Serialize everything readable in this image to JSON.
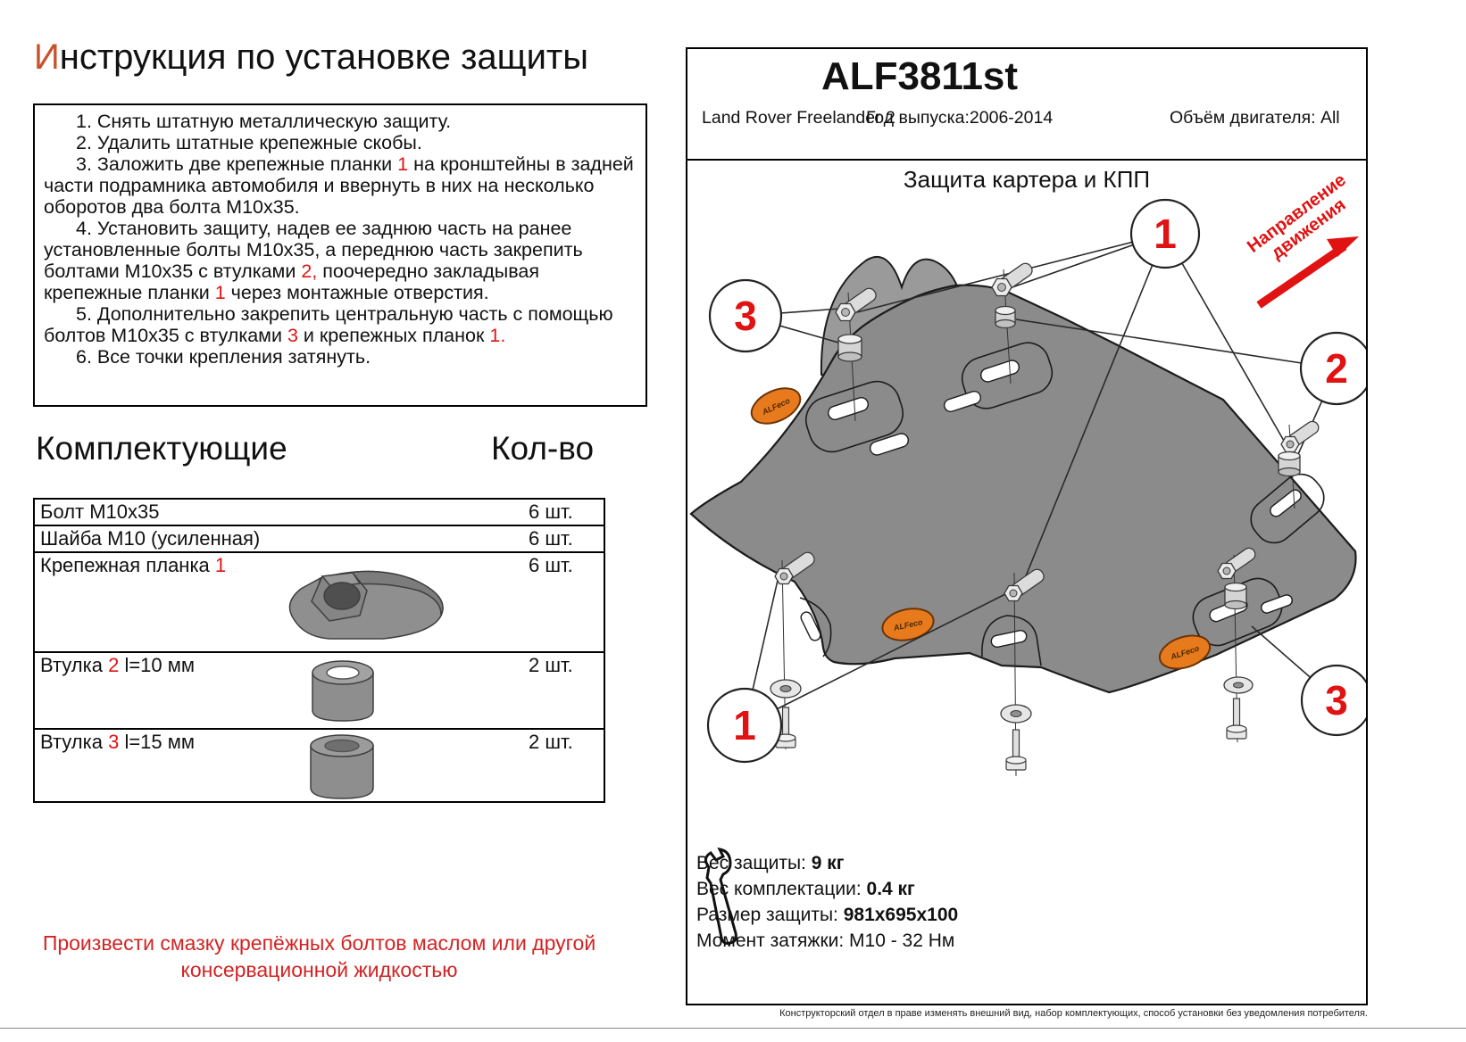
{
  "colors": {
    "red_accent": "#e01515",
    "title_initial": "#c9512c",
    "logo_orange": "#e87a1e",
    "plate_gray": "#8b8b8b"
  },
  "left": {
    "title": {
      "first": "И",
      "rest": "нструкция по установке защиты"
    },
    "instructions": [
      [
        {
          "t": "1. Снять штатную металлическую защиту."
        }
      ],
      [
        {
          "t": "2. Удалить штатные крепежные скобы."
        }
      ],
      [
        {
          "t": "3. Заложить две крепежные планки "
        },
        {
          "t": "1",
          "red": true
        },
        {
          "t": " на кронштейны в задней части подрамника автомобиля и ввернуть в них на несколько оборотов два болта М10х35."
        }
      ],
      [
        {
          "t": "4. Установить защиту, надев ее заднюю часть на ранее установленные болты М10х35, а переднюю часть закрепить болтами М10х35 с втулками "
        },
        {
          "t": "2,",
          "red": true
        },
        {
          "t": " поочередно закладывая крепежные планки "
        },
        {
          "t": "1",
          "red": true
        },
        {
          "t": " через монтажные отверстия."
        }
      ],
      [
        {
          "t": "5. Дополнительно закрепить центральную часть с помощью болтов М10х35 с втулками "
        },
        {
          "t": "3",
          "red": true
        },
        {
          "t": " и крепежных планок "
        },
        {
          "t": "1.",
          "red": true
        }
      ],
      [
        {
          "t": "6. Все точки крепления затянуть."
        }
      ]
    ],
    "parts_header": {
      "name": "Комплектующие",
      "qty": "Кол-во"
    },
    "parts": [
      {
        "name_segments": [
          {
            "t": "Болт М10х35"
          }
        ],
        "qty": "6 шт."
      },
      {
        "name_segments": [
          {
            "t": "Шайба М10 (усиленная)"
          }
        ],
        "qty": "6 шт."
      },
      {
        "name_segments": [
          {
            "t": "Крепежная планка "
          },
          {
            "t": "1",
            "red": true
          }
        ],
        "qty": "6 шт."
      },
      {
        "name_segments": [
          {
            "t": "Втулка "
          },
          {
            "t": "2",
            "red": true
          },
          {
            "t": "  l=10 мм"
          }
        ],
        "qty": "2 шт."
      },
      {
        "name_segments": [
          {
            "t": "Втулка "
          },
          {
            "t": "3",
            "red": true
          },
          {
            "t": "  l=15 мм"
          }
        ],
        "qty": "2 шт."
      }
    ],
    "note_lines": [
      "Произвести смазку крепёжных болтов маслом или другой",
      "консервационной жидкостью"
    ]
  },
  "panel": {
    "code": "ALF3811st",
    "model": "Land Rover Freelander 2",
    "year": "Год выпуска:2006-2014",
    "engine": "Объём двигателя: All",
    "diagram_title": "Защита картера и КПП",
    "direction_lines": [
      "Направление",
      "движения"
    ],
    "logo_text": "ALFeco",
    "callouts": {
      "c1_top": "1",
      "c2_right": "2",
      "c3_topleft": "3",
      "c1_bottomleft": "1",
      "c3_bottomright": "3"
    },
    "specs": [
      {
        "label": "Вес защиты: ",
        "value": "9 кг"
      },
      {
        "label": "Вес комплектации: ",
        "value": "0.4 кг"
      },
      {
        "label": "Размер защиты: ",
        "value": "981x695x100"
      },
      {
        "label": "Момент затяжки:  ",
        "value": "М10 - 32 Нм"
      }
    ],
    "footer": "Конструкторский отдел в праве изменять внешний вид, набор комплектующих, способ установки без уведомления потребителя."
  }
}
